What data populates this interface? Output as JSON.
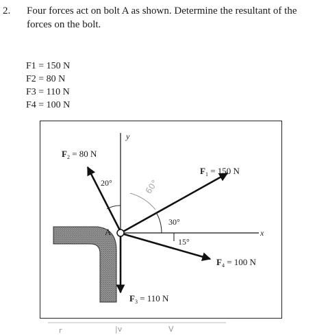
{
  "problem": {
    "number": "2.",
    "statement": "Four forces act on bolt A as shown. Determine the resultant of the forces on the bolt."
  },
  "given": [
    {
      "text": "F1 = 150 N"
    },
    {
      "text": "F2 = 80 N"
    },
    {
      "text": "F3 = 110 N"
    },
    {
      "text": "F4 = 100 N"
    }
  ],
  "figure": {
    "axis_y": "y",
    "axis_x": "x",
    "point": "A",
    "f1_label": "F",
    "f1_sub": "1",
    "f1_value": " = 150 N",
    "f2_label": "F",
    "f2_sub": "2",
    "f2_value": " = 80 N",
    "f3_label": "F",
    "f3_sub": "3",
    "f3_value": " = 110 N",
    "f4_label": "F",
    "f4_sub": "4",
    "f4_value": " = 100 N",
    "angle_20": "20°",
    "angle_30": "30°",
    "angle_15": "15°",
    "handwritten_note": "60°"
  },
  "footer": {
    "marks": [
      "r",
      "|v",
      "V"
    ]
  }
}
